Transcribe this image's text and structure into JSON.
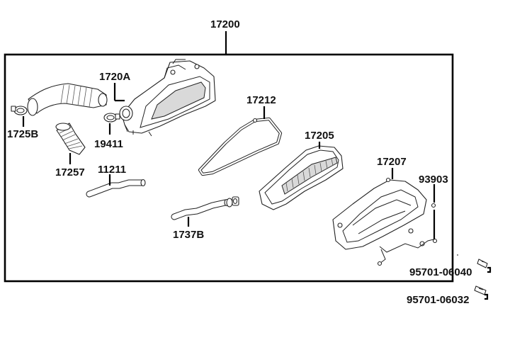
{
  "diagram": {
    "assembly_label": "17200",
    "parts": {
      "p1720A": "1720A",
      "p1725B": "1725B",
      "p19411": "19411",
      "p17257": "17257",
      "p11211": "11211",
      "p17212": "17212",
      "p17205": "17205",
      "p1737B": "1737B",
      "p17207": "17207",
      "p93903": "93903",
      "p95701_06040": "95701-06040",
      "p95701_06032": "95701-06032"
    }
  }
}
